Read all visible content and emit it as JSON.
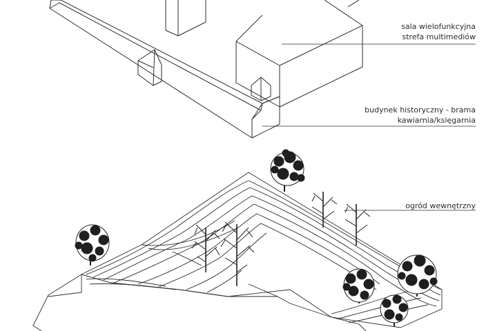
{
  "labels": {
    "hall": {
      "line1": "sala wielofunkcyjna",
      "line2": "strefa multimediów"
    },
    "gate": {
      "line1": "budynek historyczny - brama",
      "line2": "kawiarnia/księgarnia"
    },
    "garden": {
      "line1": "ogród wewnętrzny"
    }
  },
  "colors": {
    "stroke": "#2b2b2b",
    "foliage": "#1f1f1f",
    "background": "#ffffff"
  }
}
